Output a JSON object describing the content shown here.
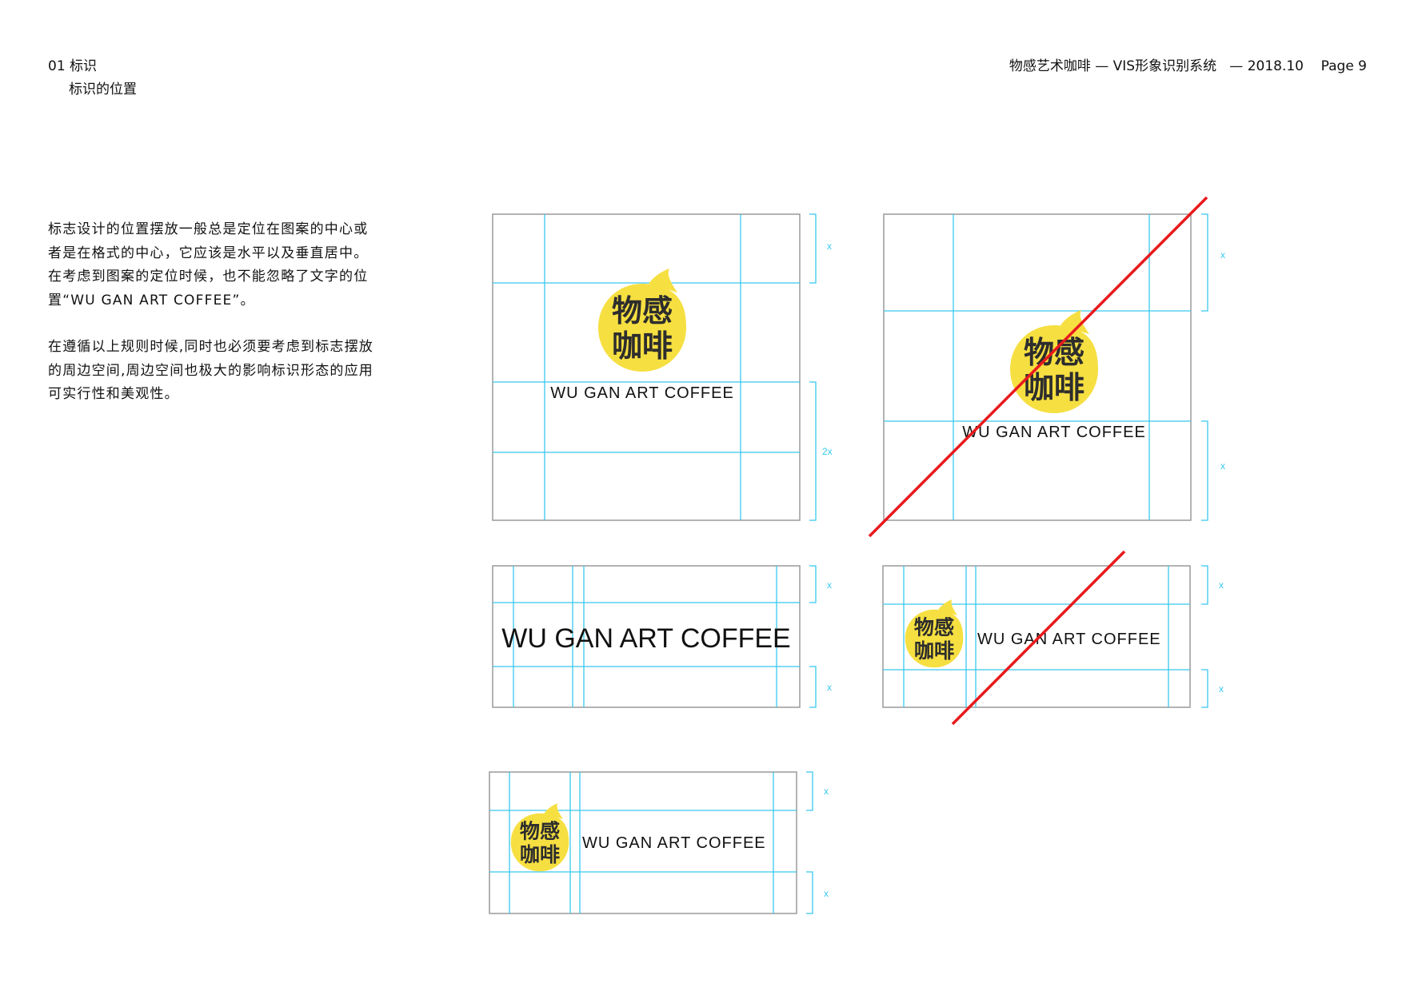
{
  "header": {
    "section": "01 标识",
    "subsection": "标识的位置",
    "right_title": "物感艺术咖啡 — VIS形象识别系统",
    "date": "— 2018.10",
    "page": "Page 9"
  },
  "description": {
    "para1_lines": [
      "标志设计的位置摆放一般总是定位在图案的中心或",
      "者是在格式的中心，它应该是水平以及垂直居中。",
      "在考虑到图案的定位时候，也不能忽略了文字的位",
      "置“WU GAN ART COFFEE”。"
    ],
    "para2_lines": [
      "在遵循以上规则时候,同时也必须要考虑到标志摆放",
      "的周边空间,周边空间也极大的影响标识形态的应用",
      "可实行性和美观性。"
    ]
  },
  "logo": {
    "top_chars": "物感",
    "bottom_chars": "咖啡",
    "wordmark": "WU GAN  ART COFFEE",
    "wordmark_alt": "WU GAN ART COFFEE"
  },
  "dimension_labels": {
    "x": "x",
    "two_x": "2x"
  },
  "colors": {
    "guide": "#38c8ee",
    "frame": "#9a9a9a",
    "logo_yellow": "#f6df41",
    "logo_ink": "#2d2d2d",
    "cross": "#e8191c"
  }
}
